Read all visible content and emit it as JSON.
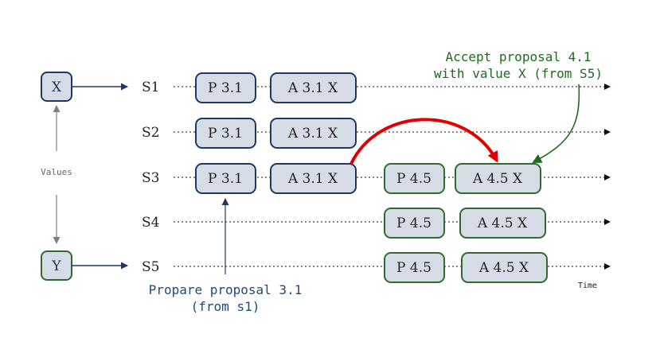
{
  "values": {
    "x_label": "X",
    "y_label": "Y",
    "caption": "Values"
  },
  "servers": [
    "S1",
    "S2",
    "S3",
    "S4",
    "S5"
  ],
  "messages": {
    "s1_prepare": "P 3.1",
    "s1_accept": "A 3.1 X",
    "s2_prepare": "P 3.1",
    "s2_accept": "A 3.1 X",
    "s3_prepare": "P 3.1",
    "s3_accept": "A 3.1 X",
    "s3_prepare2": "P 4.5",
    "s3_accept2": "A 4.5 X",
    "s4_prepare": "P 4.5",
    "s4_accept": "A 4.5 X",
    "s5_prepare": "P 4.5",
    "s5_accept": "A 4.5 X"
  },
  "annotations": {
    "prepare_line1": "Propare proposal 3.1",
    "prepare_line2": "(from s1)",
    "accept_line1": "Accept proposal 4.1",
    "accept_line2": "with value X (from S5)",
    "time": "Time"
  },
  "colors": {
    "box_fill": "#d6dce5",
    "blue_border": "#1f3864",
    "green_border": "#2e6b30",
    "red_arrow": "#e00000",
    "green_arrow": "#1e6b1e"
  }
}
